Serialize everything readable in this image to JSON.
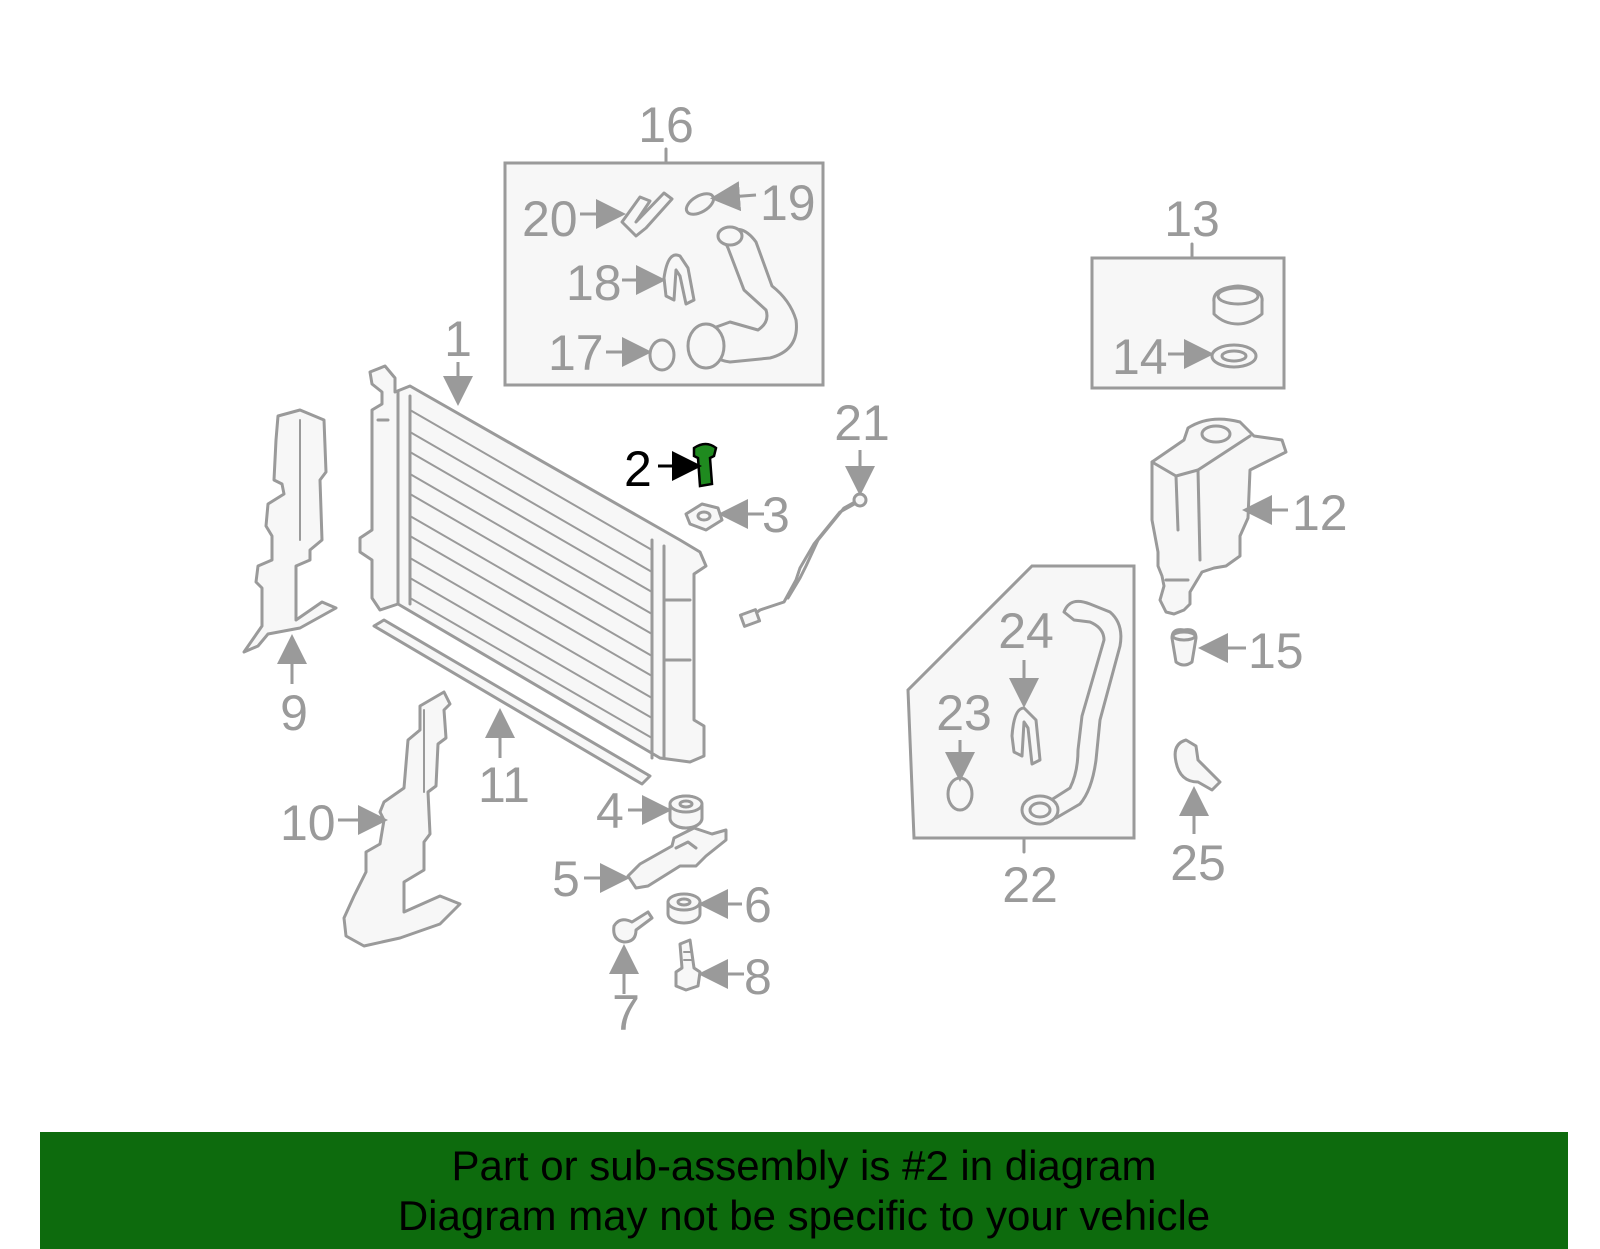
{
  "callouts": {
    "c1": "1",
    "c2": "2",
    "c3": "3",
    "c4": "4",
    "c5": "5",
    "c6": "6",
    "c7": "7",
    "c8": "8",
    "c9": "9",
    "c10": "10",
    "c11": "11",
    "c12": "12",
    "c13": "13",
    "c14": "14",
    "c15": "15",
    "c16": "16",
    "c17": "17",
    "c18": "18",
    "c19": "19",
    "c20": "20",
    "c21": "21",
    "c22": "22",
    "c23": "23",
    "c24": "24",
    "c25": "25"
  },
  "highlighted_part": "2",
  "colors": {
    "outline": "#9a9a9a",
    "highlight": "#1f8a1f",
    "banner": "#0d6b0d"
  },
  "banner": {
    "line1": "Part or sub-assembly is #2 in diagram",
    "line2": "Diagram may not be specific to your vehicle"
  }
}
